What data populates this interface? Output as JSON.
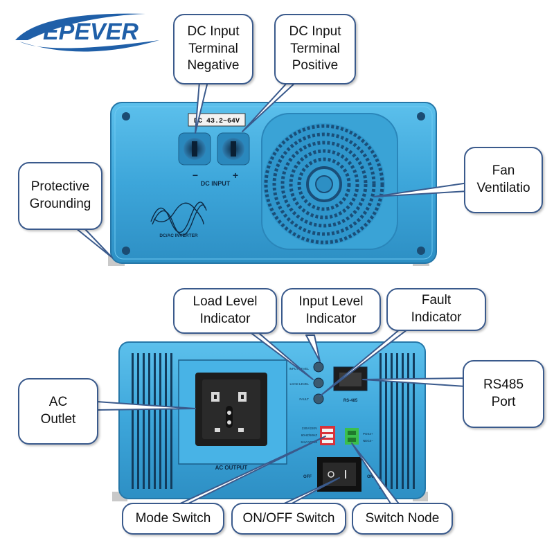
{
  "brand": {
    "logo_text": "EPEVER",
    "color": "#1f5fa8"
  },
  "front_panel": {
    "voltage_label": "DC 43.2~64V",
    "minus_sign": "−",
    "plus_sign": "+",
    "dc_input_label": "DC INPUT",
    "inverter_label": "DC/AC INVERTER"
  },
  "rear_panel": {
    "indicator_labels": [
      "INPUT LEVEL",
      "LOAD LEVEL",
      "FAULT"
    ],
    "rs485_label": "RS-485",
    "ac_output_label": "AC OUTPUT",
    "mode_switch_labels": [
      "230V/220V",
      "60HZ/50HZ",
      "SAV  NORM"
    ],
    "node_labels": [
      "POS4+",
      "NEG4−"
    ],
    "off_label": "OFF",
    "on_label": "ON"
  },
  "callouts": {
    "dc_negative": "DC Input\nTerminal\nNegative",
    "dc_positive": "DC Input\nTerminal\nPositive",
    "protective_grounding": "Protective\nGrounding",
    "fan_ventilation": "Fan\nVentilatio",
    "load_level": "Load Level\nIndicator",
    "input_level": "Input Level\nIndicator",
    "fault": "Fault\nIndicator",
    "rs485_port": "RS485\nPort",
    "ac_outlet": "AC\nOutlet",
    "mode_switch": "Mode Switch",
    "onoff_switch": "ON/OFF Switch",
    "switch_node": "Switch Node"
  },
  "colors": {
    "body_blue": "#3fa9dd",
    "body_dark": "#2b86bb",
    "callout_border": "#3a5a8c",
    "red_switch": "#d8323a",
    "green_terminal": "#3bbf4c"
  }
}
